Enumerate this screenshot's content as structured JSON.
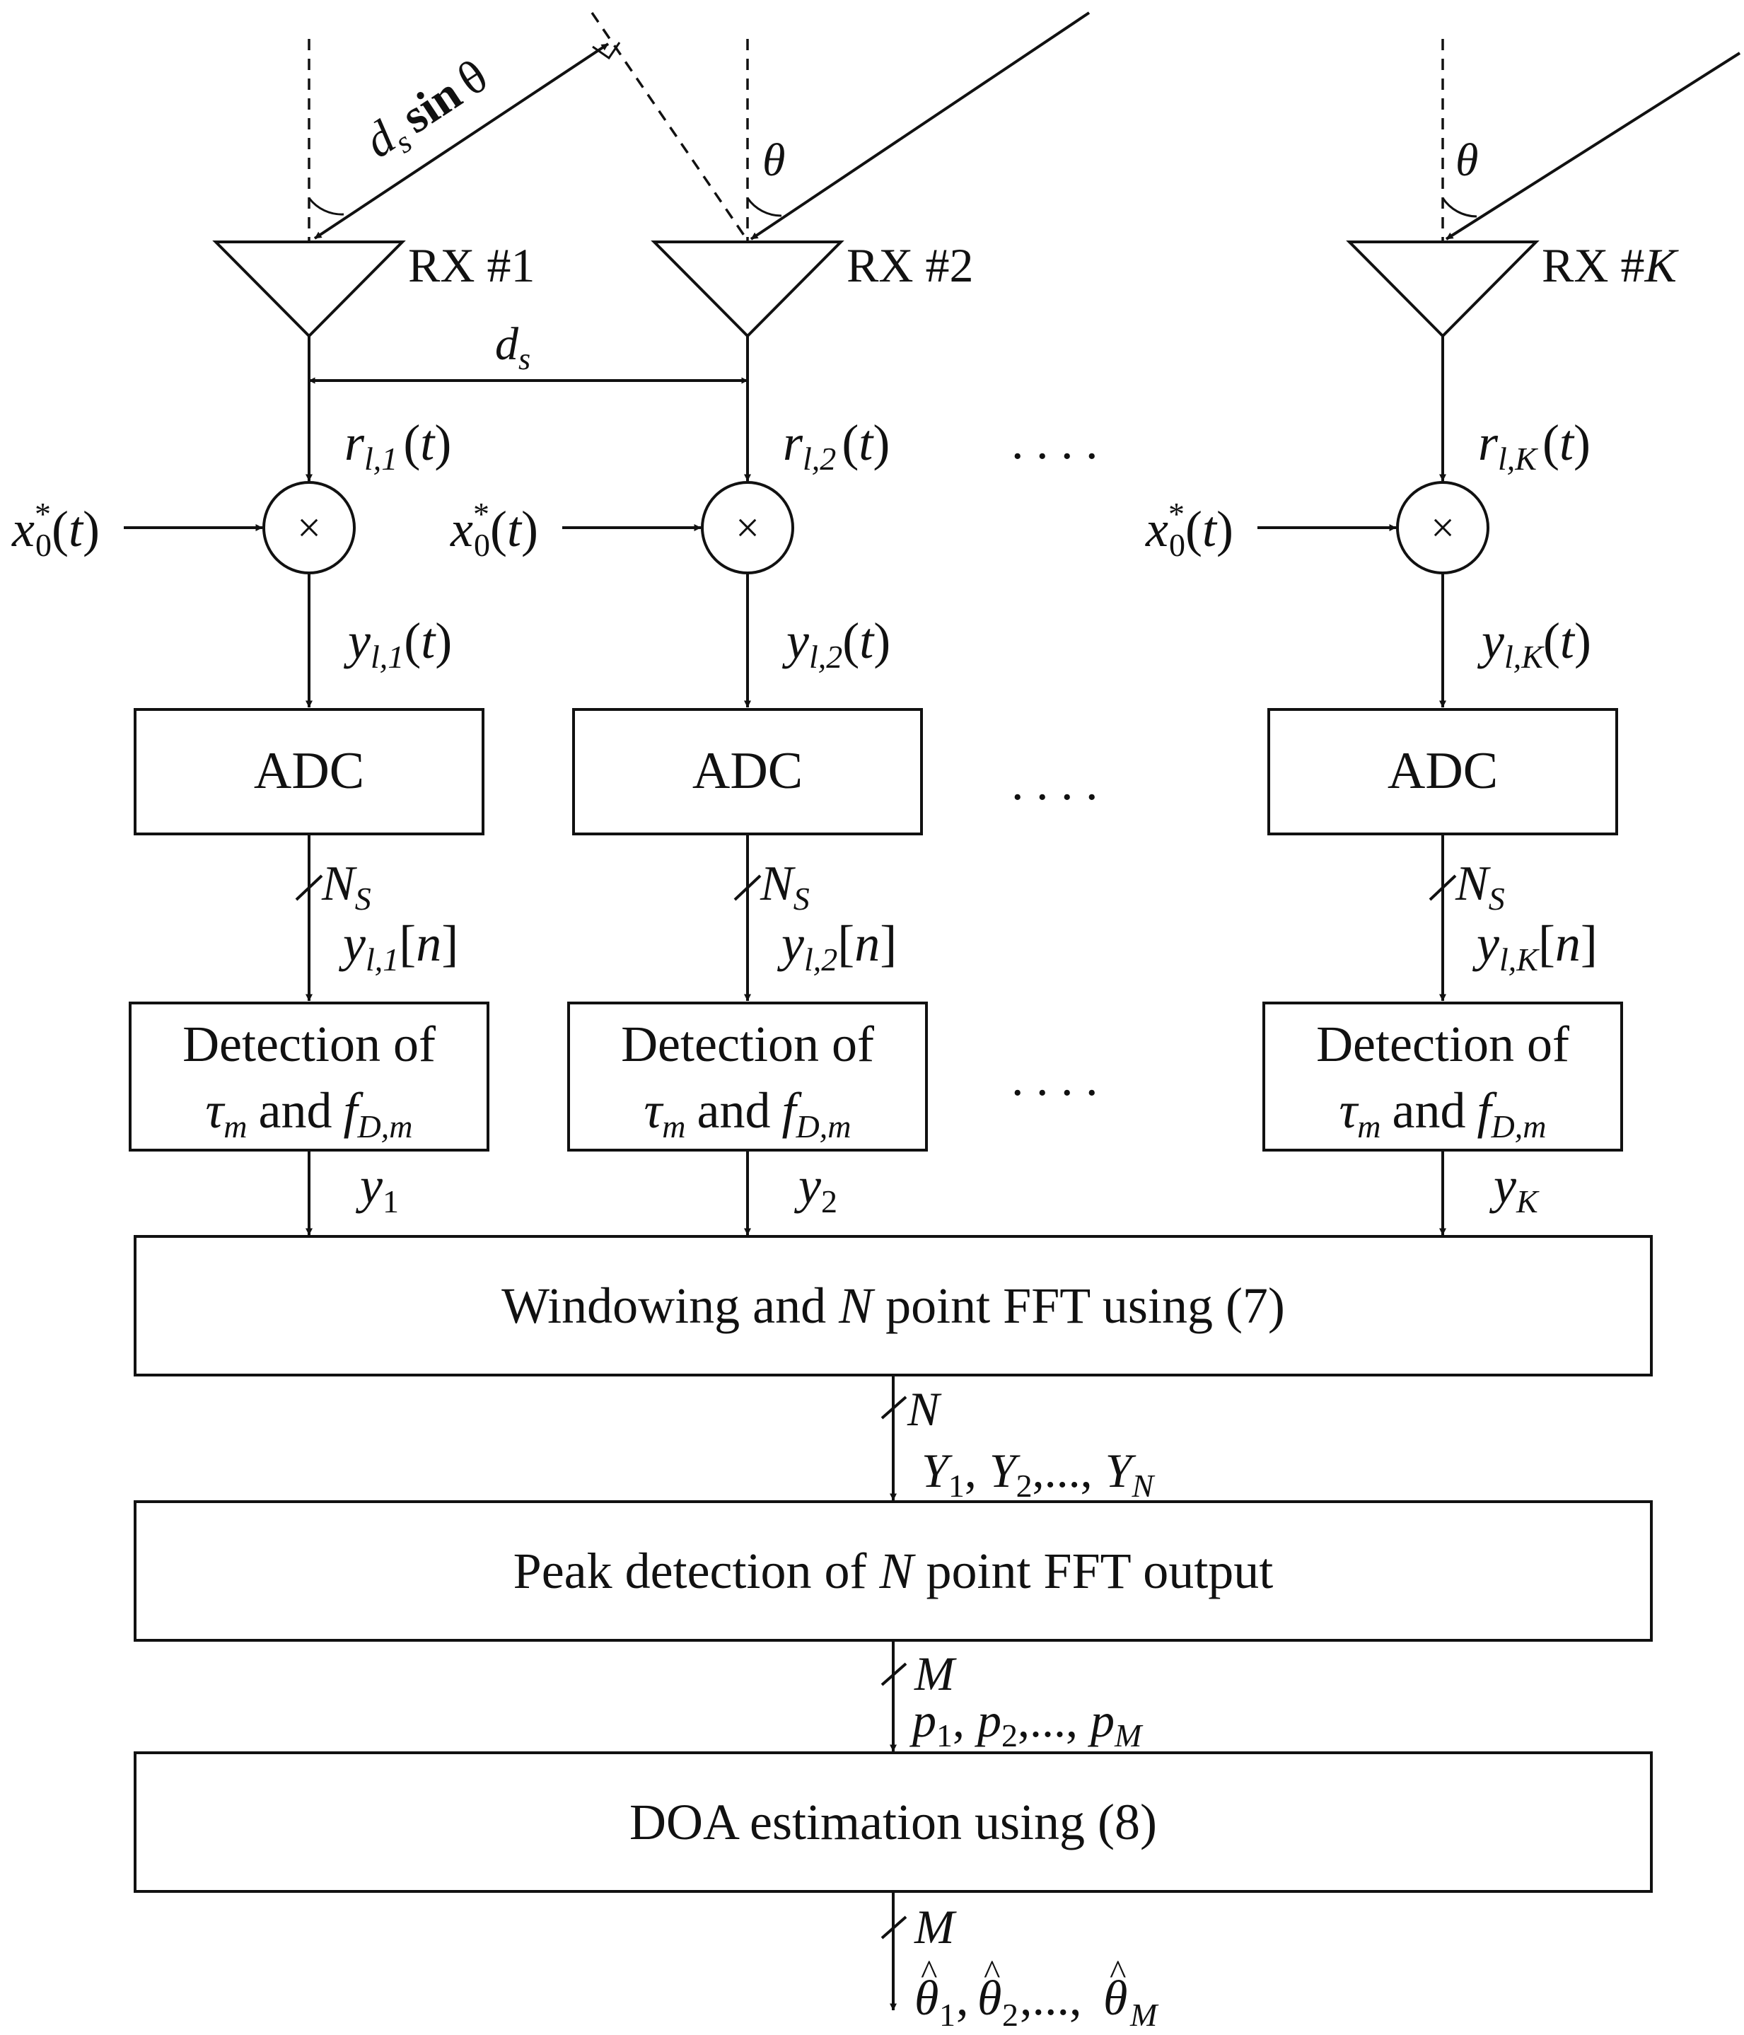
{
  "receivers": [
    {
      "rx_prefix": "RX #",
      "rx_num": "1",
      "r_main": "r",
      "r_sub": "l,1",
      "x_main": "x",
      "x_sup": "*",
      "x_sub": "0",
      "y_main": "y",
      "y_sub": "l,1",
      "adc": "ADC",
      "ns_main": "N",
      "ns_sub": "S",
      "yn_main": "y",
      "yn_sub": "l,1",
      "det1": "Detection of",
      "det_tau": "τ",
      "det_tau_sub": "m",
      "det_and": "and",
      "det_f": "f",
      "det_f_sub": "D,m",
      "out_main": "y",
      "out_sub": "1"
    },
    {
      "rx_prefix": "RX #",
      "rx_num": "2",
      "r_main": "r",
      "r_sub": "l,2",
      "x_main": "x",
      "x_sup": "*",
      "x_sub": "0",
      "y_main": "y",
      "y_sub": "l,2",
      "adc": "ADC",
      "ns_main": "N",
      "ns_sub": "S",
      "yn_main": "y",
      "yn_sub": "l,2",
      "det1": "Detection of",
      "det_tau": "τ",
      "det_tau_sub": "m",
      "det_and": "and",
      "det_f": "f",
      "det_f_sub": "D,m",
      "out_main": "y",
      "out_sub": "2"
    },
    {
      "rx_prefix": "RX #",
      "rx_num": "K",
      "r_main": "r",
      "r_sub": "l,K",
      "x_main": "x",
      "x_sup": "*",
      "x_sub": "0",
      "y_main": "y",
      "y_sub": "l,K",
      "adc": "ADC",
      "ns_main": "N",
      "ns_sub": "S",
      "yn_main": "y",
      "yn_sub": "l,K",
      "det1": "Detection of",
      "det_tau": "τ",
      "det_tau_sub": "m",
      "det_and": "and",
      "det_f": "f",
      "det_f_sub": "D,m",
      "out_main": "y",
      "out_sub": "K"
    }
  ],
  "geometry_labels": {
    "ds_main": "d",
    "ds_sub": "s",
    "dsin_main": "d",
    "dsin_sub": "s",
    "dsin_sin": "sin",
    "dsin_theta": "θ",
    "theta": "θ",
    "mixer_symbol": "×",
    "t_open": "(",
    "t_var": "t",
    "t_close": ")",
    "n_open": "[",
    "n_var": "n",
    "n_close": "]",
    "ellipsis": ". . . ."
  },
  "blocks": {
    "fft": {
      "pre": "Windowing and ",
      "var": "N",
      "post": " point FFT  using (7)"
    },
    "peak": {
      "pre": "Peak detection of ",
      "var": "N",
      "post": " point FFT output"
    },
    "doa": {
      "text": "DOA estimation using (8)"
    }
  },
  "buses": {
    "fft_out": {
      "width": "N",
      "s1": "Y",
      "s1_sub": "1",
      "s2": "Y",
      "s2_sub": "2",
      "sep": ",",
      "dots": ",...,",
      "s3": "Y",
      "s3_sub": "N"
    },
    "peak_out": {
      "width": "M",
      "s1": "p",
      "s1_sub": "1",
      "s2": "p",
      "s2_sub": "2",
      "sep": ",",
      "dots": ",...,",
      "s3": "p",
      "s3_sub": "M"
    },
    "doa_out": {
      "width": "M",
      "s1": "θ",
      "s1_sub": "1",
      "s2": "θ",
      "s2_sub": "2",
      "sep": ",",
      "dots": ",...,",
      "s3": "θ",
      "s3_sub": "M",
      "hat": "^"
    }
  }
}
